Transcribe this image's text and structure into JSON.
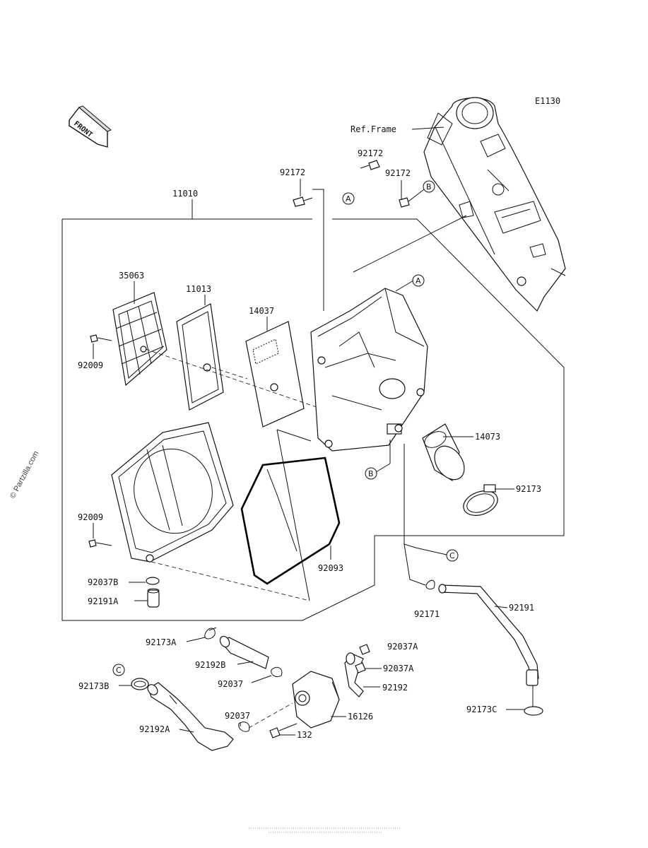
{
  "diagram_code": "E1130",
  "front_label": "FRONT",
  "watermark": "© Partzilla.com",
  "callouts": {
    "ref_frame": "Ref.Frame",
    "p11010": "11010",
    "p92172_top": "92172",
    "p92172_mid": "92172",
    "p92172_right": "92172",
    "p35063": "35063",
    "p11013": "11013",
    "p14037": "14037",
    "p92009_top": "92009",
    "p92009_bot": "92009",
    "p14073": "14073",
    "p92173": "92173",
    "p92093": "92093",
    "p92037B": "92037B",
    "p92191A": "92191A",
    "p92171": "92171",
    "p92191": "92191",
    "p92173A": "92173A",
    "p92192B": "92192B",
    "p92037A_1": "92037A",
    "p92037A_2": "92037A",
    "p92037_1": "92037",
    "p92037_2": "92037",
    "p92192": "92192",
    "p92173B": "92173B",
    "p92192A": "92192A",
    "p16126": "16126",
    "p132": "132",
    "p92173C": "92173C"
  },
  "circle_refs": {
    "a1": "A",
    "a2": "A",
    "b1": "B",
    "b2": "B",
    "c1": "C",
    "c2": "C"
  }
}
